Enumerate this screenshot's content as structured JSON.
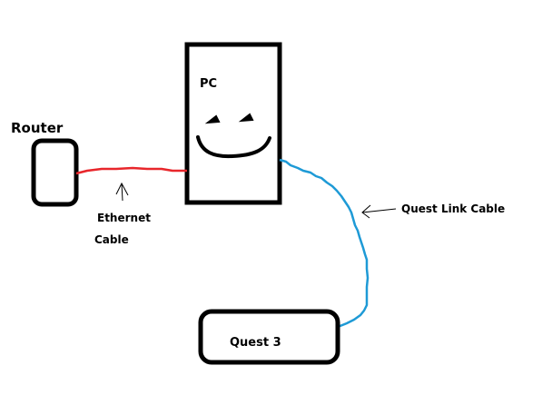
{
  "labels": {
    "router": "Router",
    "pc": "PC",
    "ethernet_line1": "Ethernet",
    "ethernet_line2": "Cable",
    "quest_link": "Quest Link Cable",
    "quest3": "Quest 3"
  },
  "colors": {
    "background": "#ffffff",
    "outline": "#000000",
    "ethernet_cable": "#e8262b",
    "link_cable": "#1e9ad6"
  }
}
